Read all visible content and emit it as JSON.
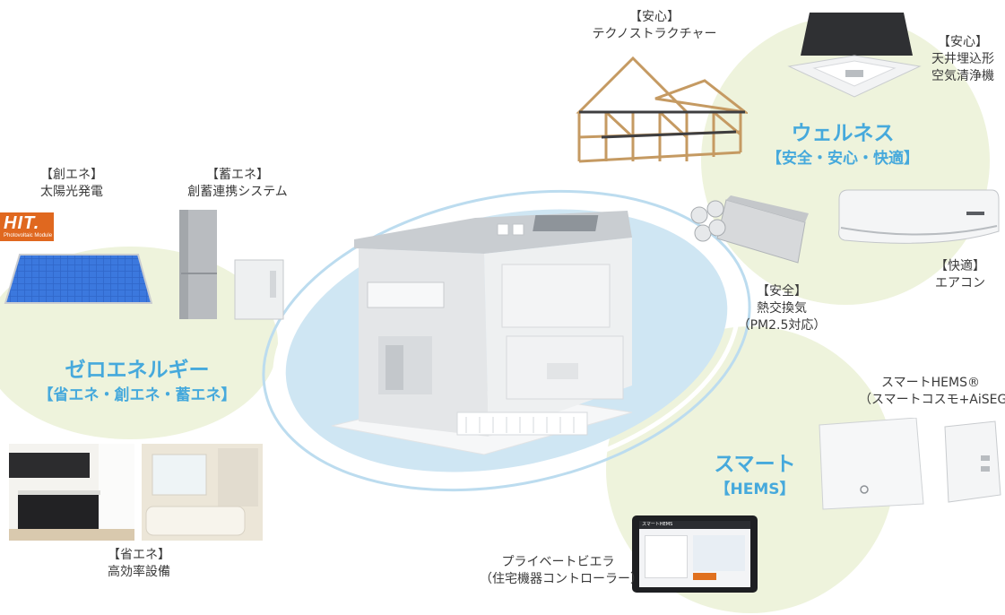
{
  "zero_energy": {
    "title": "ゼロエネルギー",
    "subtitle": "【省エネ・創エネ・蓄エネ】",
    "solar": {
      "tag": "【創エネ】",
      "name": "太陽光発電",
      "logo": "HIT.",
      "logo_sub": "Photovoltaic Module"
    },
    "storage": {
      "tag": "【蓄エネ】",
      "name": "創蓄連携システム"
    },
    "efficiency": {
      "tag": "【省エネ】",
      "name": "高効率設備"
    }
  },
  "wellness": {
    "title": "ウェルネス",
    "subtitle": "【安全・安心・快適】",
    "structure": {
      "tag": "【安心】",
      "name": "テクノストラクチャー"
    },
    "air_purifier": {
      "tag": "【安心】",
      "line1": "天井埋込形",
      "line2": "空気清浄機"
    },
    "ventilation": {
      "tag": "【安全】",
      "name": "熱交換気",
      "note": "（PM2.5対応）"
    },
    "aircon": {
      "tag": "【快適】",
      "name": "エアコン"
    }
  },
  "smart": {
    "title": "スマート",
    "subtitle": "【HEMS】",
    "hems": {
      "name": "スマートHEMS®",
      "note": "（スマートコスモ+AiSEG）"
    },
    "viera": {
      "name": "プライベートビエラ",
      "note": "（住宅機器コントローラー）"
    },
    "screen_title": "スマートHEMS"
  },
  "colors": {
    "accent_blue": "#46a9dc",
    "circle_green": "#eef3dc",
    "ellipse_blue": "#cfe6f3",
    "logo_orange": "#e0681f"
  }
}
